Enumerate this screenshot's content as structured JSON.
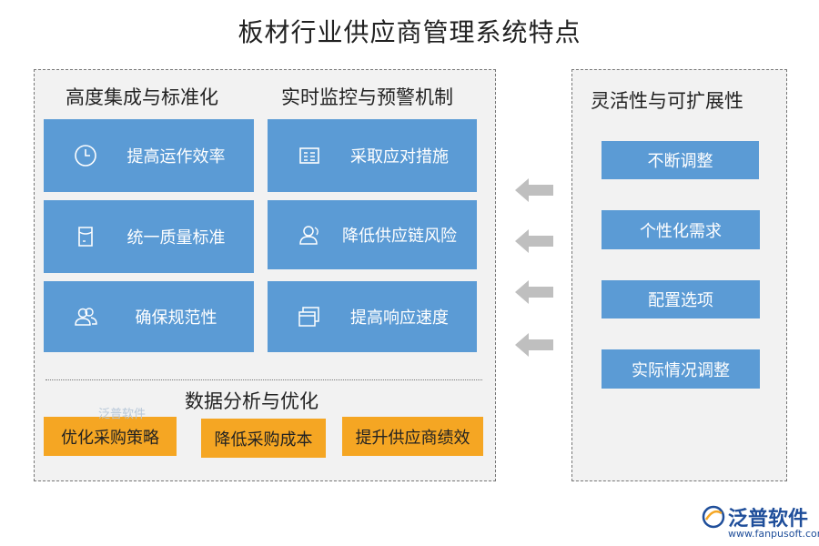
{
  "title": "板材行业供应商管理系统特点",
  "left_panel": {
    "col1_title": "高度集成与标准化",
    "col2_title": "实时监控与预警机制",
    "col1_items": [
      {
        "label": "提高运作效率",
        "icon": "clock-icon"
      },
      {
        "label": "统一质量标准",
        "icon": "document-icon"
      },
      {
        "label": "确保规范性",
        "icon": "users-icon"
      }
    ],
    "col2_items": [
      {
        "label": "采取应对措施",
        "icon": "form-icon"
      },
      {
        "label": "降低供应链风险",
        "icon": "user-icon"
      },
      {
        "label": "提高响应速度",
        "icon": "windows-icon"
      }
    ],
    "bottom_title": "数据分析与优化",
    "bottom_items": [
      "优化采购策略",
      "降低采购成本",
      "提升供应商绩效"
    ],
    "watermark": "泛普软件"
  },
  "right_panel": {
    "title": "灵活性与可扩展性",
    "items": [
      "不断调整",
      "个性化需求",
      "配置选项",
      "实际情况调整"
    ]
  },
  "logo": {
    "name": "泛普软件",
    "url": "www.fanpusoft.com"
  },
  "colors": {
    "blue": "#5b9bd5",
    "orange": "#f5a623",
    "panel_bg": "#f2f2f2",
    "arrow": "#bfbfbf"
  }
}
